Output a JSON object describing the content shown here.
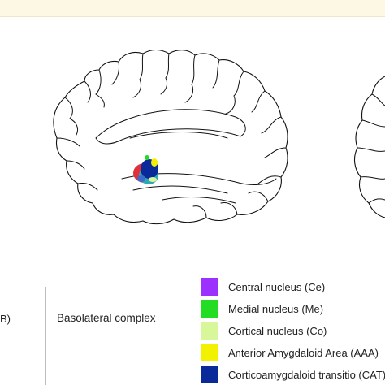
{
  "panel": {
    "label": "B)"
  },
  "group": {
    "label": "Basolateral complex"
  },
  "legend": {
    "items": [
      {
        "label": "Central nucleus (Ce)",
        "color": "#9b30ff"
      },
      {
        "label": "Medial nucleus (Me)",
        "color": "#22dd22"
      },
      {
        "label": "Cortical nucleus (Co)",
        "color": "#d8f79a"
      },
      {
        "label": "Anterior Amygdaloid Area (AAA)",
        "color": "#f2f200"
      },
      {
        "label": "Corticoamygdaloid transitio (CAT)",
        "color": "#0b2a9a"
      }
    ]
  },
  "colors": {
    "outline": "#111111",
    "amygdala_red": "#e0303a",
    "amygdala_teal": "#2fa7b5",
    "amygdala_navy": "#0b2a9a",
    "amygdala_yellow": "#f2f200",
    "amygdala_green": "#22dd22"
  }
}
